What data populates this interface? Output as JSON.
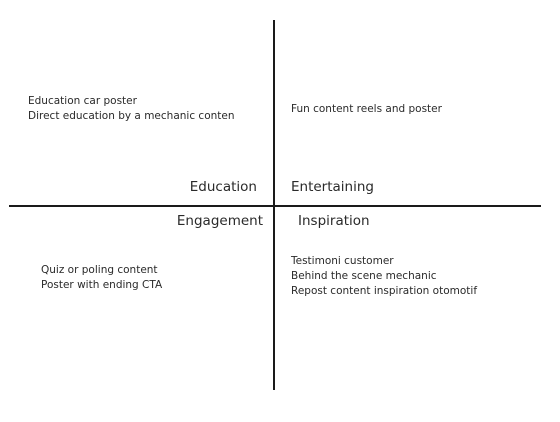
{
  "quadrants": {
    "top_left": {
      "label": "Education",
      "items": [
        "Education car poster",
        "Direct education by a mechanic conten"
      ]
    },
    "top_right": {
      "label": "Entertaining",
      "items": [
        "Fun content reels and poster"
      ]
    },
    "bottom_left": {
      "label": "Engagement",
      "items": [
        "Quiz or poling content",
        "Poster with ending CTA"
      ]
    },
    "bottom_right": {
      "label": "Inspiration",
      "items": [
        "Testimoni customer",
        "Behind the scene mechanic",
        "Repost content inspiration otomotif"
      ]
    }
  }
}
